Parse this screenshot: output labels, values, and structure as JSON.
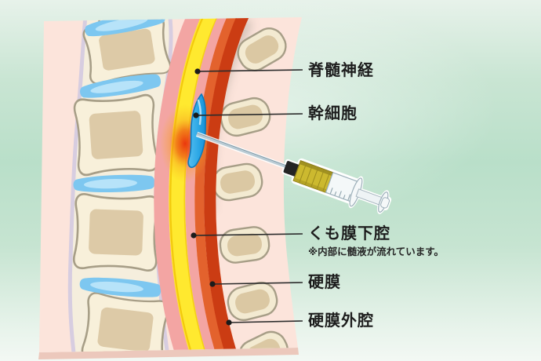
{
  "labels": {
    "spinal_nerve": "脊髄神経",
    "stem_cell": "幹細胞",
    "subarachnoid_space": "くも膜下腔",
    "subarachnoid_note": "※内部に髄液が流れています。",
    "dura_mater": "硬膜",
    "epidural_space": "硬膜外腔"
  },
  "illustration": {
    "elements": [
      "vertebrae",
      "intervertebral-discs",
      "spinal-nerve-band",
      "subarachnoid-space-band",
      "dura-mater-band",
      "epidural-space",
      "stem-cell-cluster",
      "injection-glow",
      "syringe-with-needle",
      "spinous-processes"
    ]
  },
  "colors": {
    "background_green": "#b9dfc9",
    "panel_pink": "#fce4db",
    "spinal_nerve_yellow": "#ffe92f",
    "csf_salmon": "#f3a5a3",
    "arachnoid_orange": "#e3622d",
    "dura_red": "#cb3c13",
    "stem_cell_blue": "#2ea9e6",
    "injection_glow_red": "#ea2c0d",
    "vertebra_cream": "#f8f0da",
    "vertebra_core_tan": "#ddcaa7",
    "disc_blue": "#7dc7f0",
    "syringe_fluid_yellow": "#ccb92f",
    "label_text": "#1d1d1d"
  }
}
